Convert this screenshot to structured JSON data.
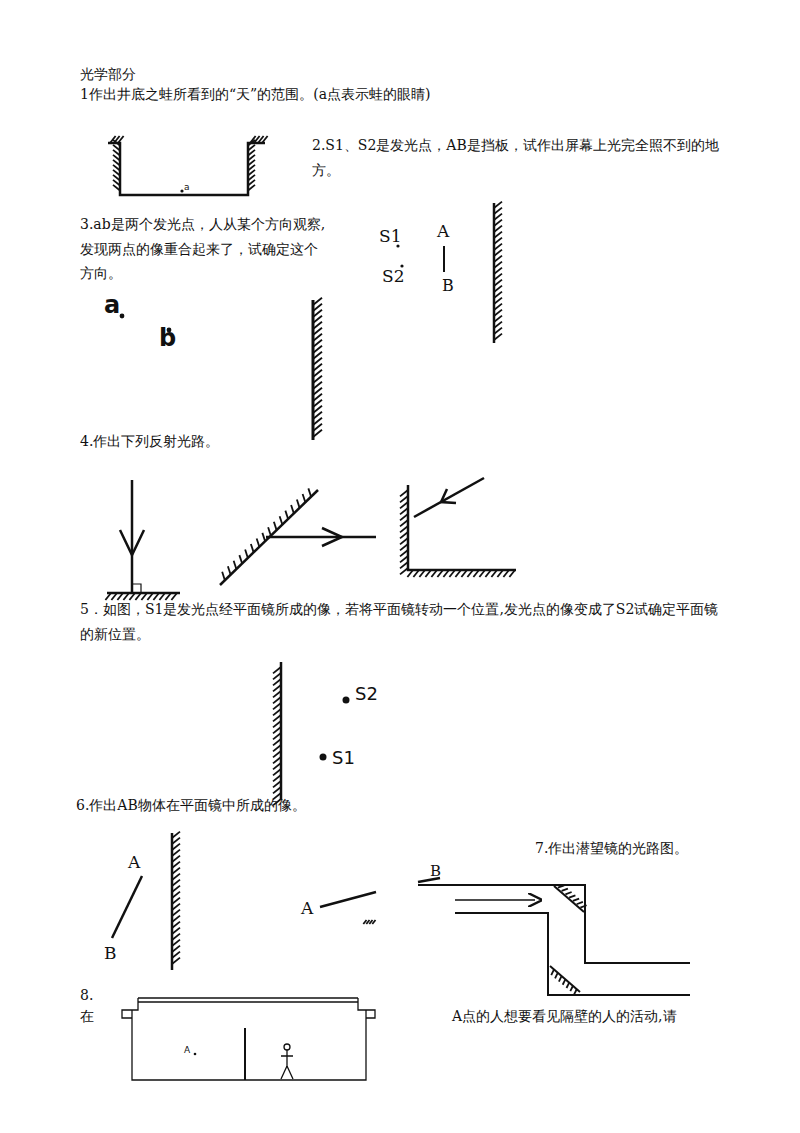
{
  "diagram": {
    "title": "光学部分",
    "labels": [
      "1作出井底之蛙所看到的“天”的范围。(a点表示蛙的眼睛)",
      "a",
      "2.S1、S2是发光点，AB是挡板，试作出屏幕上光完全照不到的地方。",
      "S1",
      "S2",
      "A",
      "B",
      "3.ab是两个发光点，人从某个方向观察,发现两点的像重合起来了，试确定这个方向。",
      "a",
      "b",
      "4.作出下列反射光路。",
      "5．如图，S1是发光点经平面镜所成的像，若将平面镜转动一个位置,发光点的像变成了S2试确定平面镜的新位置。",
      "S2",
      "S1",
      "6.作出AB物体在平面镜中所成的像。",
      "A",
      "B",
      "A",
      "B",
      "7.作出潜望镜的光路图。",
      "8.",
      "在",
      "A点的人想要看见隔壁的人的活动,请",
      "A"
    ]
  }
}
